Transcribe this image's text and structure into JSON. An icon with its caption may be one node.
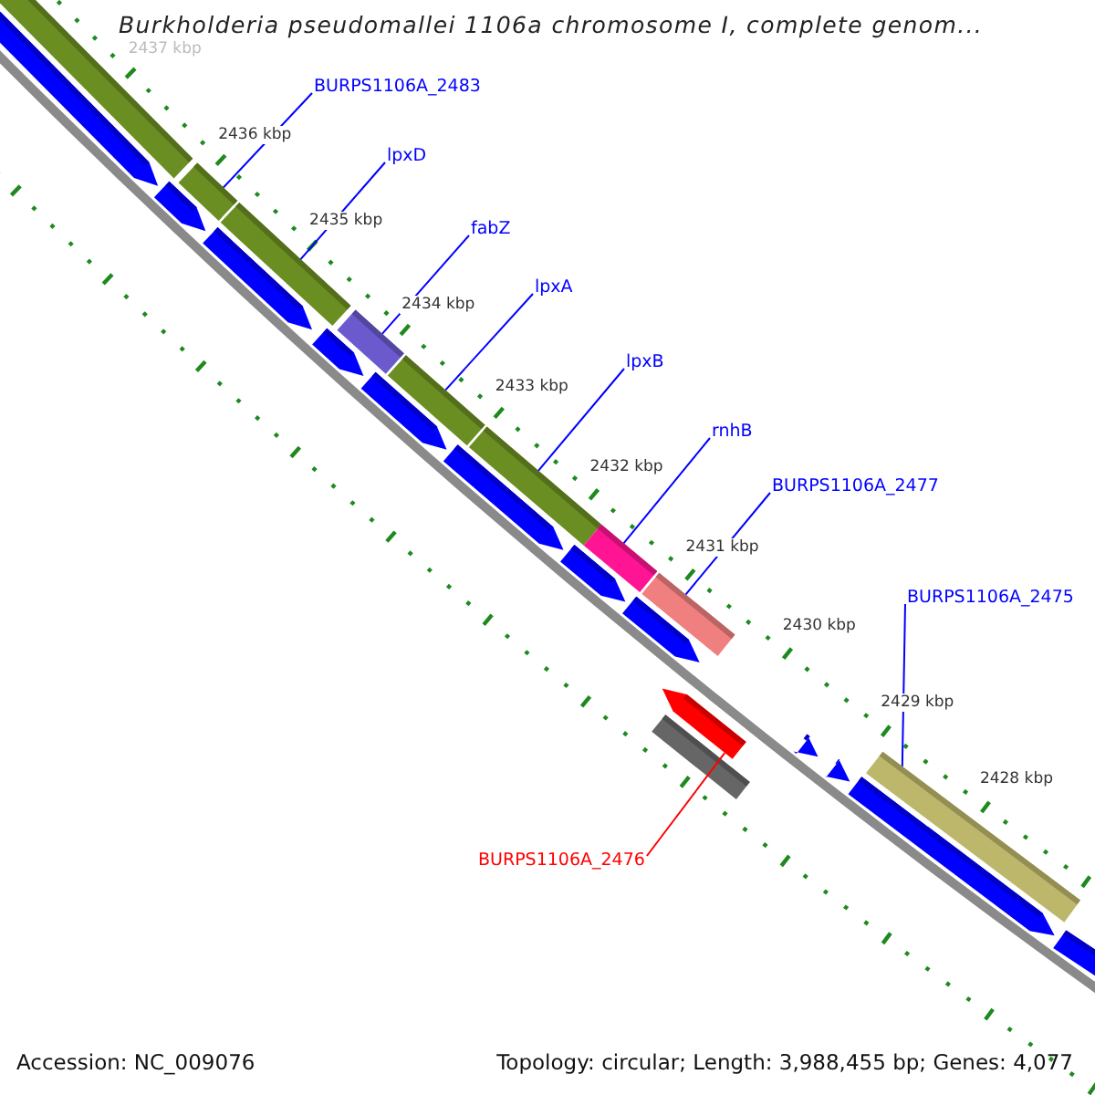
{
  "diagram": {
    "title": "Burkholderia pseudomallei 1106a chromosome I, complete genom...",
    "nodes": [
      {
        "text": [
          "BURPS1106A_2483"
        ]
      },
      {
        "text": [
          "lpxD"
        ]
      },
      {
        "text": [
          "fabZ"
        ]
      },
      {
        "text": [
          "lpxA"
        ]
      },
      {
        "text": [
          "lpxB"
        ]
      },
      {
        "text": [
          "rnhB"
        ]
      },
      {
        "text": [
          "BURPS1106A_2477"
        ]
      },
      {
        "text": [
          "BURPS1106A_2475"
        ]
      },
      {
        "text": [
          "BURPS1106A_2476"
        ]
      },
      {
        "text": [],
        "shape": "bar"
      },
      {
        "text": [],
        "shape": "bar"
      },
      {
        "text": [],
        "shape": "bar"
      },
      {
        "text": [],
        "shape": "bar"
      },
      {
        "text": [],
        "shape": "bar"
      },
      {
        "text": [],
        "shape": "bar"
      },
      {
        "text": [],
        "shape": "bar"
      },
      {
        "text": [],
        "shape": "bar"
      },
      {
        "text": [],
        "shape": "bar"
      }
    ],
    "edges": [
      {
        "from": 0,
        "to": 9,
        "arrow": "none"
      },
      {
        "from": 1,
        "to": 10,
        "arrow": "none"
      },
      {
        "from": 2,
        "to": 11,
        "arrow": "none"
      },
      {
        "from": 3,
        "to": 12,
        "arrow": "none"
      },
      {
        "from": 4,
        "to": 13,
        "arrow": "none"
      },
      {
        "from": 5,
        "to": 14,
        "arrow": "none"
      },
      {
        "from": 6,
        "to": 15,
        "arrow": "none"
      },
      {
        "from": 7,
        "to": 16,
        "arrow": "none"
      },
      {
        "from": 8,
        "to": 17,
        "arrow": "none",
        "color": "#ff0000"
      }
    ],
    "labels": [
      "2437 kbp",
      "2436 kbp",
      "2435 kbp",
      "2434 kbp",
      "2433 kbp",
      "2432 kbp",
      "2431 kbp",
      "2430 kbp",
      "2429 kbp",
      "2428 kbp",
      "Accession: NC_009076",
      "Topology: circular; Length: 3,988,455 bp; Genes: 4,077"
    ]
  }
}
